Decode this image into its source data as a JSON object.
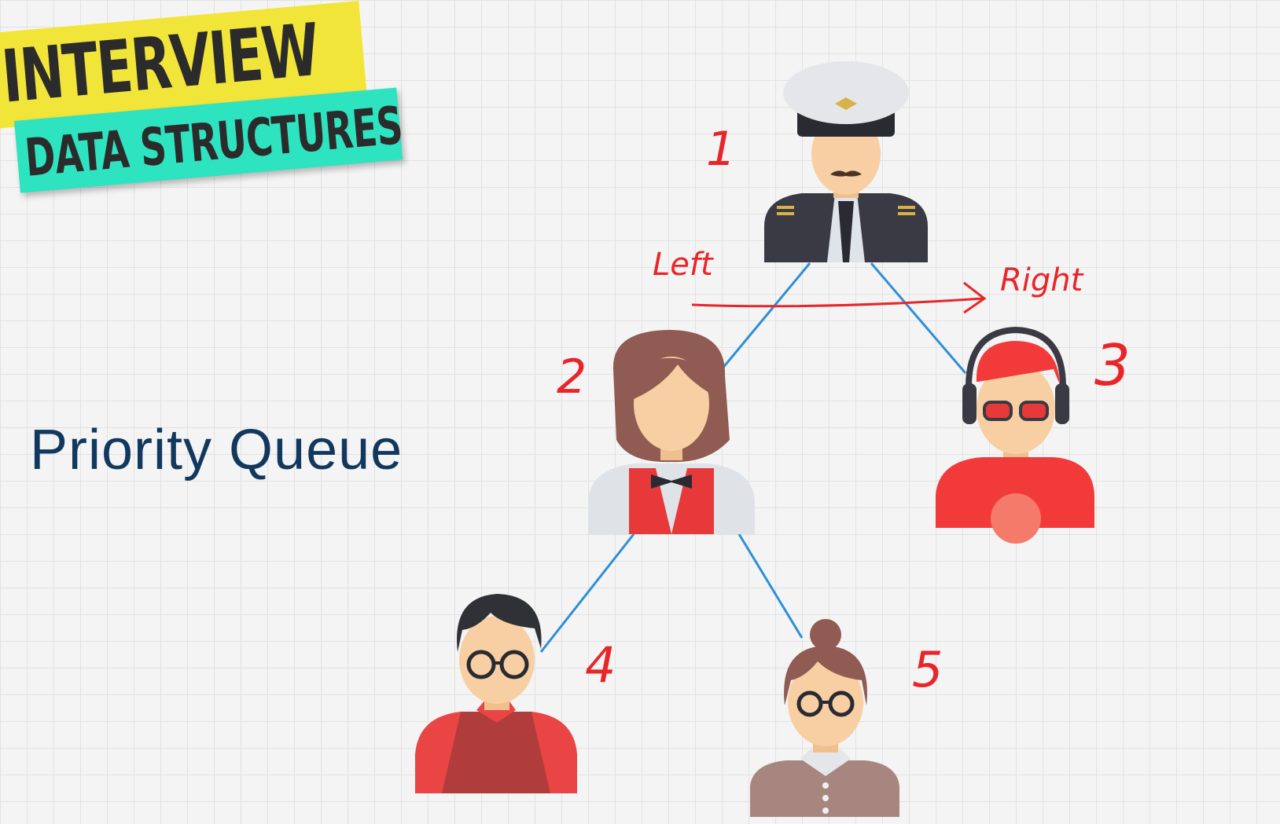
{
  "badge": {
    "line1": "INTERVIEW",
    "line2": "DATA STRUCTURES",
    "colors": {
      "line1_bg": "#f2e53a",
      "line2_bg": "#2de3c0",
      "text": "#2b2b2b"
    }
  },
  "topic": {
    "title": "Priority Queue",
    "color": "#12385e"
  },
  "tree": {
    "edge_color": "#2e8fd6",
    "annotation_color": "#e8262a",
    "nodes": [
      {
        "label": "1",
        "icon": "pilot-avatar-icon"
      },
      {
        "label": "2",
        "icon": "waitress-avatar-icon"
      },
      {
        "label": "3",
        "icon": "dj-headphones-avatar-icon"
      },
      {
        "label": "4",
        "icon": "man-glasses-avatar-icon"
      },
      {
        "label": "5",
        "icon": "woman-glasses-avatar-icon"
      }
    ],
    "direction_labels": {
      "left": "Left",
      "right": "Right"
    }
  }
}
